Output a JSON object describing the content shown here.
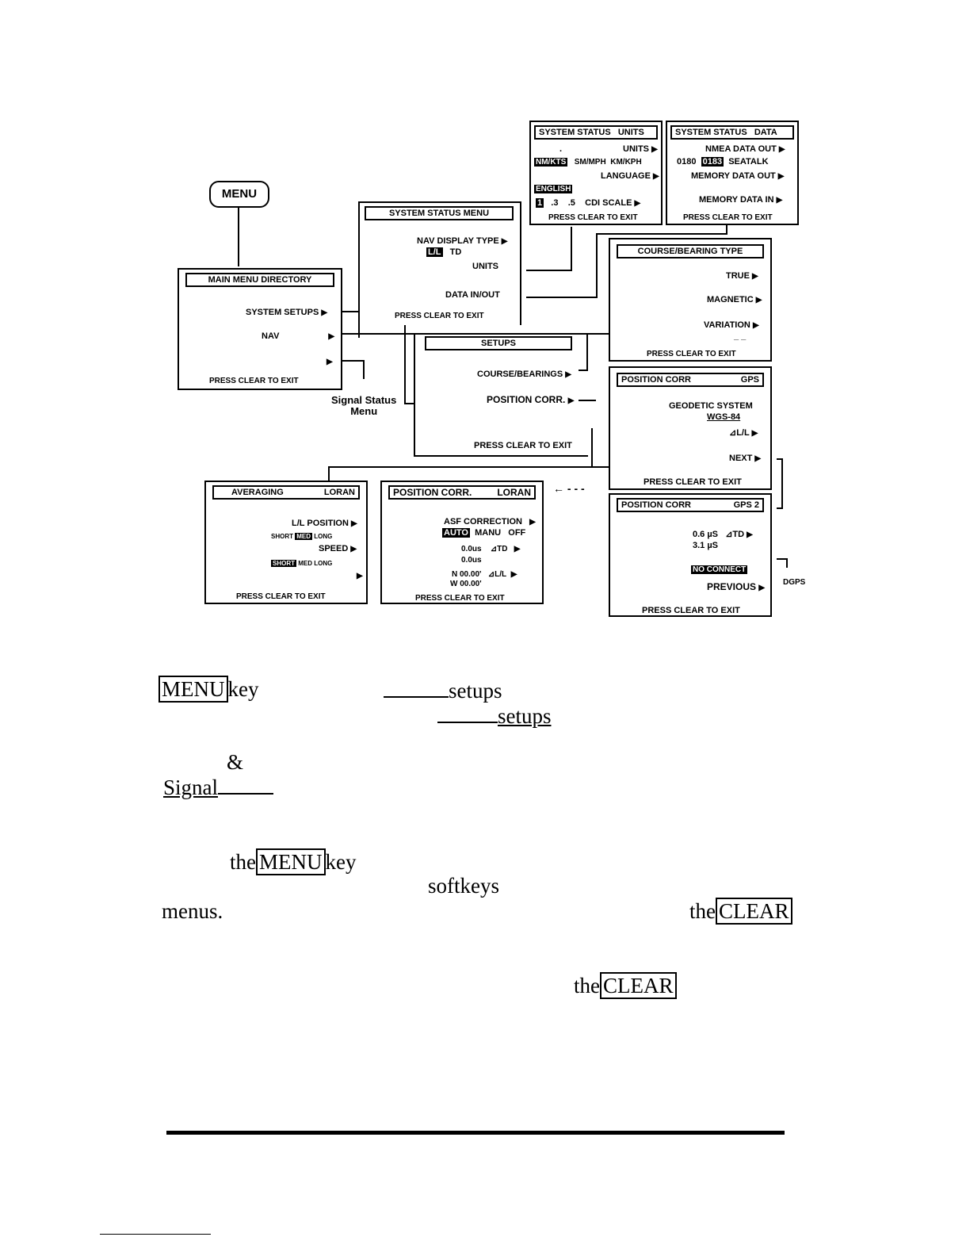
{
  "menu_key": "MENU",
  "main_menu": {
    "title": "MAIN MENU DIRECTORY",
    "items": [
      "SYSTEM SETUPS",
      "NAV",
      ""
    ],
    "footer": "PRESS CLEAR TO EXIT"
  },
  "signal_status_label": [
    "Signal Status",
    "Menu"
  ],
  "system_status_menu": {
    "title": "SYSTEM STATUS MENU",
    "nav_display_type": "NAV DISPLAY TYPE",
    "opt_ll": "L/L",
    "opt_td": "TD",
    "units": "UNITS",
    "data_inout": "DATA IN/OUT",
    "footer": "PRESS CLEAR TO EXIT"
  },
  "status_units": {
    "title_a": "SYSTEM STATUS",
    "title_b": "UNITS",
    "dot": ".",
    "units": "UNITS",
    "opt_nm": "NM/KTS",
    "opt_sm": "SM/MPH",
    "opt_km": "KM/KPH",
    "language": "LANGUAGE",
    "opt_english": "ENGLISH",
    "cdi_1": "1",
    "cdi_3": ".3",
    "cdi_5": ".5",
    "cdi_scale": "CDI SCALE",
    "footer": "PRESS CLEAR TO EXIT"
  },
  "status_data": {
    "title_a": "SYSTEM STATUS",
    "title_b": "DATA",
    "nmea_out": "NMEA DATA OUT",
    "opt_0180": "0180",
    "opt_0183": "0183",
    "opt_seatalk": "SEATALK",
    "memory_out": "MEMORY DATA OUT",
    "memory_in": "MEMORY DATA IN",
    "footer": "PRESS CLEAR TO EXIT"
  },
  "course_bearing": {
    "title": "COURSE/BEARING TYPE",
    "true_label": "TRUE",
    "magnetic": "MAGNETIC",
    "variation": "VARIATION",
    "dashes": "_ _",
    "footer": "PRESS CLEAR TO EXIT"
  },
  "setups": {
    "title": "SETUPS",
    "course": "COURSE/BEARINGS",
    "position": "POSITION CORR.",
    "footer": "PRESS CLEAR TO EXIT"
  },
  "pos_gps": {
    "title_a": "POSITION CORR",
    "title_b": "GPS",
    "geodetic": "GEODETIC SYSTEM",
    "wgs": "WGS-84",
    "dll": "⊿L/L",
    "next": "NEXT",
    "footer": "PRESS CLEAR TO EXIT"
  },
  "pos_gps2": {
    "title_a": "POSITION CORR",
    "title_b": "GPS 2",
    "val1": "0.6 µS",
    "dtd": "⊿TD",
    "val2": "3.1 µS",
    "no_connect": "NO CONNECT",
    "previous": "PREVIOUS",
    "footer": "PRESS CLEAR TO EXIT",
    "dgps": "DGPS"
  },
  "averaging": {
    "title_a": "AVERAGING",
    "title_b": "LORAN",
    "ll_position": "L/L POSITION",
    "opt_short": "SHORT",
    "opt_med": "MED",
    "opt_long": "LONG",
    "speed": "SPEED",
    "footer": "PRESS CLEAR TO EXIT"
  },
  "pos_loran": {
    "title_a": "POSITION CORR.",
    "title_b": "LORAN",
    "asf": "ASF CORRECTION",
    "opt_auto": "AUTO",
    "opt_manu": "MANU",
    "opt_off": "OFF",
    "td1": "0.0us",
    "dtd": "⊿TD",
    "td2": "0.0us",
    "lat": "N 00.00'",
    "dll": "⊿L/L",
    "lon": "W 00.00'",
    "footer": "PRESS CLEAR TO EXIT"
  },
  "body": {
    "menu_key": "MENU",
    "key_word": "key",
    "setups1": "setups",
    "setups2": "setups",
    "amp": "&",
    "signal": "Signal",
    "the1": "the",
    "menu_key2": "MENU",
    "key2": "key",
    "softkeys": "softkeys",
    "menus": "menus.",
    "the2": "the",
    "clear1": "CLEAR",
    "the3": "the",
    "clear2": "CLEAR"
  },
  "arrow_glyph": "▶"
}
